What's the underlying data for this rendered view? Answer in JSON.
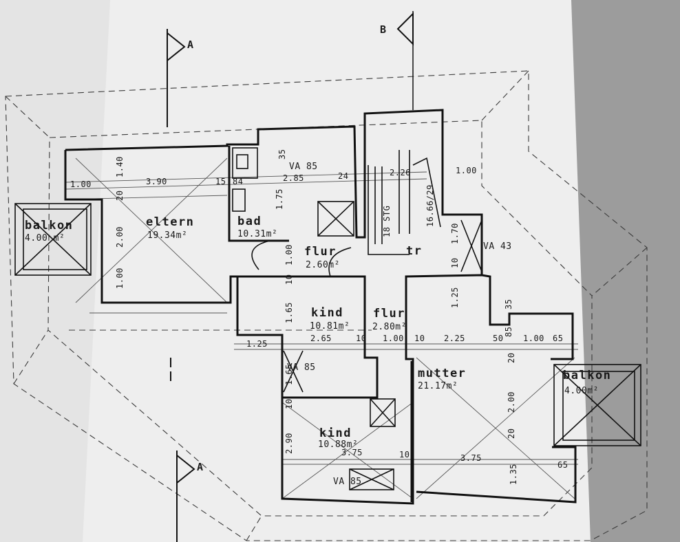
{
  "sections": {
    "a": "A",
    "b": "B"
  },
  "rooms": {
    "balkon_west": {
      "name": "balkon",
      "area": "4.00 m²"
    },
    "eltern": {
      "name": "eltern",
      "area": "19.34m²"
    },
    "bad": {
      "name": "bad",
      "area": "10.31m²"
    },
    "flur_1": {
      "name": "flur",
      "area": "2.60m²"
    },
    "kind_1": {
      "name": "kind",
      "area": "10.81m²"
    },
    "flur_2": {
      "name": "flur",
      "area": "2.80m²"
    },
    "mutter": {
      "name": "mutter",
      "area": "21.17m²"
    },
    "balkon_east": {
      "name": "balkon",
      "area": "4.00m²"
    },
    "kind_2": {
      "name": "kind",
      "area": "10.88m²"
    }
  },
  "stair": {
    "label": "18 STG",
    "tr": "tr",
    "ratio": "16.66/29"
  },
  "windows": {
    "w1": "VA 85",
    "w2": "VA 43",
    "w3": "VA 85",
    "w4": "VA 85"
  },
  "dims": {
    "h_100_w": "1.00",
    "h_390": "3.90",
    "h_15": "15",
    "h_84": "84",
    "h_285": "2.85",
    "h_24": "24",
    "h_226": "2.26",
    "h_100_e": "1.00",
    "h_125": "1.25",
    "h_265": "2.65",
    "h_10a": "10",
    "h_100_m": "1.00",
    "h_10b": "10",
    "h_225": "2.25",
    "h_50": "50",
    "h_100_r": "1.00",
    "h_65": "65",
    "h_375_a": "3.75",
    "h_10c": "10",
    "h_375_b": "3.75",
    "h_65_b": "65",
    "v_140": "1.40",
    "v_20": "20",
    "v_200": "2.00",
    "v_100": "1.00",
    "v_175": "1.75",
    "v_100b": "1.00",
    "v_10": "10",
    "v_165": "1.65",
    "v_170": "1.70",
    "v_10b": "10",
    "v_125": "1.25",
    "v_35": "35",
    "v_85": "85",
    "v_20b": "20",
    "v_200b": "2.00",
    "v_20c": "20",
    "v_135": "1.35",
    "v_165b": "1.65",
    "v_10c": "10",
    "v_290": "2.90",
    "v_35b": "35"
  }
}
